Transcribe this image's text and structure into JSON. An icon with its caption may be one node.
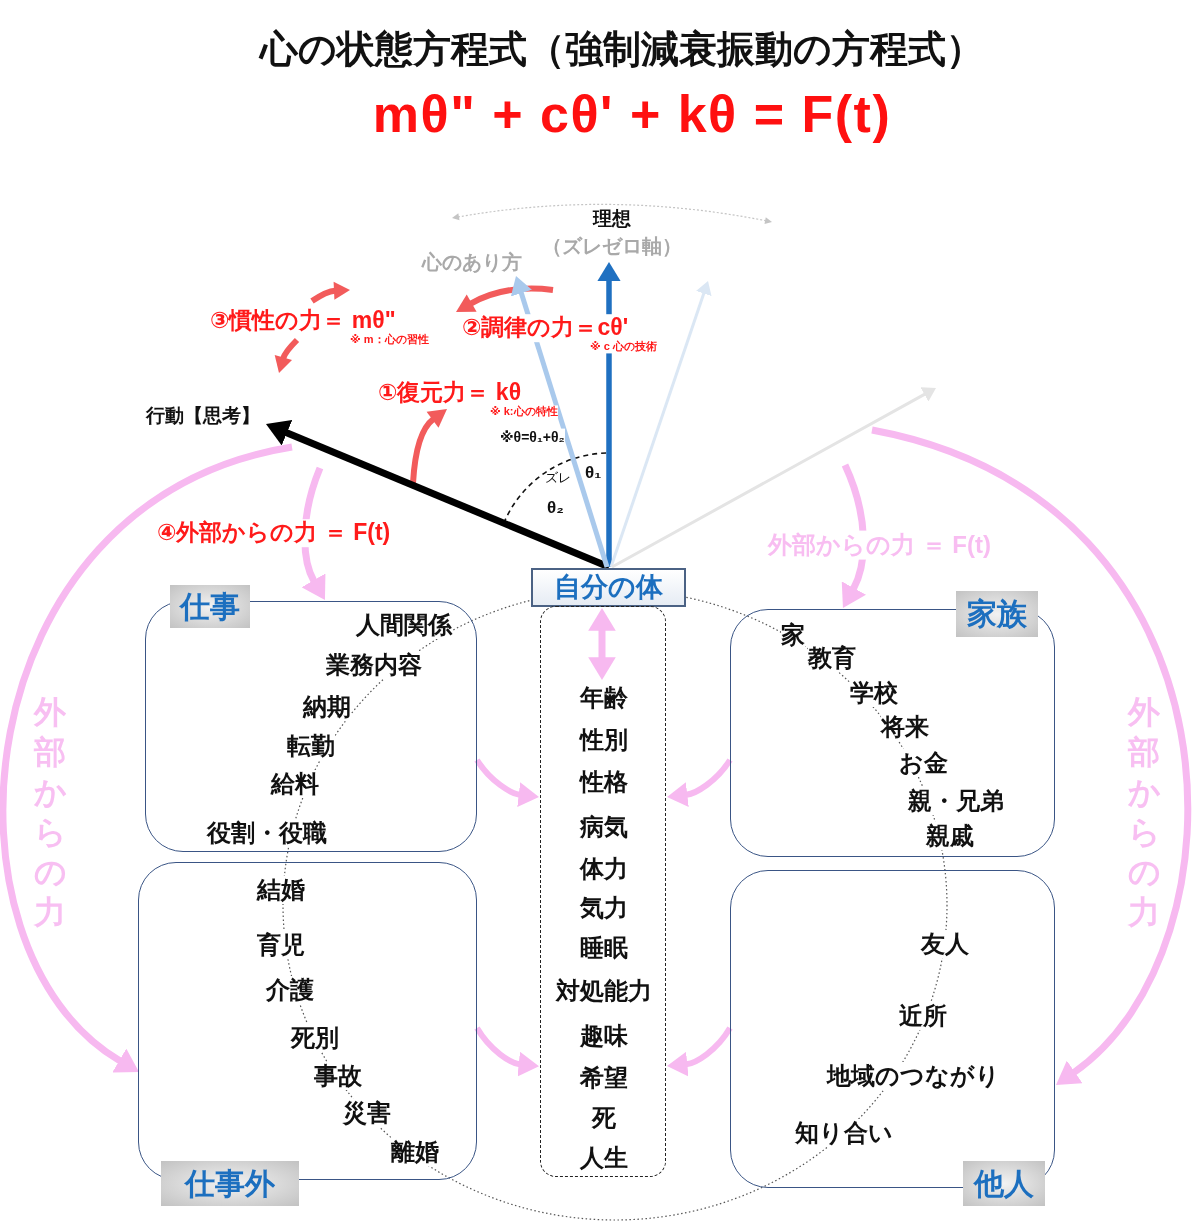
{
  "diagram": {
    "title": "心の状態方程式（強制減衰振動の方程式）",
    "nodes": [
      {
        "text": [
          "理想",
          "（ズレゼロ軸）"
        ]
      },
      {
        "text": [
          "心のあり方"
        ]
      },
      {
        "text": [
          "行動【思考】"
        ]
      },
      {
        "text": [
          "自分の体"
        ]
      },
      {
        "text": [
          "年齢",
          "性別",
          "性格",
          "病気",
          "体力",
          "気力",
          "睡眠",
          "対処能力",
          "趣味",
          "希望",
          "死",
          "人生"
        ]
      },
      {
        "text": [
          "仕事",
          "人間関係",
          "業務内容",
          "納期",
          "転勤",
          "給料",
          "役割・役職"
        ]
      },
      {
        "text": [
          "家族",
          "家",
          "教育",
          "学校",
          "将来",
          "お金",
          "親・兄弟",
          "親戚"
        ]
      },
      {
        "text": [
          "結婚",
          "育児",
          "介護",
          "死別",
          "事故",
          "災害",
          "離婚",
          "仕事外"
        ]
      },
      {
        "text": [
          "友人",
          "近所",
          "地域のつながり",
          "知り合い",
          "他人"
        ]
      }
    ],
    "edges": [
      {
        "from": 3,
        "to": 2,
        "arrow": "to",
        "color": "#000000"
      },
      {
        "from": 3,
        "to": 0,
        "arrow": "to",
        "color": "#1f70c1"
      },
      {
        "from": 3,
        "to": 1,
        "arrow": "to",
        "color": "#a9c9ec"
      },
      {
        "from": 3,
        "to": null,
        "arrow": "to",
        "color": "#dbe7f4"
      },
      {
        "from": 3,
        "to": null,
        "arrow": "to",
        "color": "#e4e4e4"
      },
      {
        "from": 3,
        "to": 4,
        "arrow": "both"
      },
      {
        "from": 5,
        "to": 4,
        "arrow": "to"
      },
      {
        "from": 7,
        "to": 4,
        "arrow": "to"
      },
      {
        "from": 6,
        "to": 4,
        "arrow": "to"
      },
      {
        "from": 8,
        "to": 4,
        "arrow": "to"
      },
      {
        "from": null,
        "to": 5,
        "arrow": "to"
      },
      {
        "from": null,
        "to": 7,
        "arrow": "to"
      },
      {
        "from": null,
        "to": 6,
        "arrow": "to"
      },
      {
        "from": null,
        "to": 8,
        "arrow": "to"
      }
    ],
    "labels": [
      "mθ\" + cθ' + kθ = F(t)",
      "③慣性の力＝ mθ\"",
      "※ m：心の習性",
      "②調律の力＝cθ'",
      "※ c 心の技術",
      "①復元力＝ kθ",
      "※ k:心の特性",
      "※θ=θ₁+θ₂",
      "ズレ",
      "θ₁",
      "θ₂",
      "④外部からの力 ＝ F(t)",
      "外部からの力 ＝ F(t)",
      "外部からの力",
      "外部からの力"
    ]
  }
}
